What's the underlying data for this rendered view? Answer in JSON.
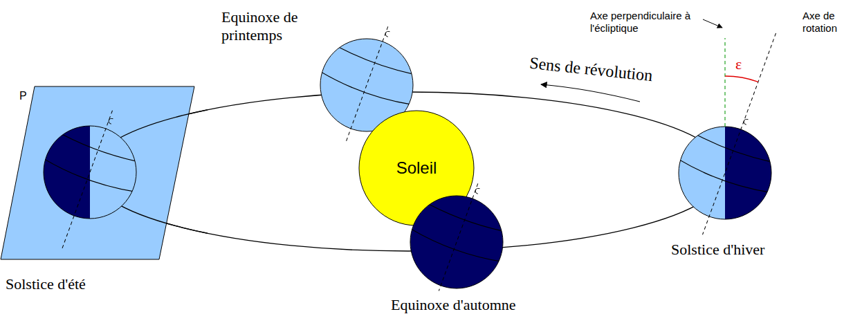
{
  "diagram": {
    "nodes": [
      {
        "text": [
          "P"
        ]
      },
      {
        "text": [
          "Soleil"
        ]
      }
    ],
    "labels": [
      "Equinoxe de printemps",
      "Axe perpendiculaire à l'écliptique",
      "Axe de rotation",
      "Sens de révolution",
      "ε",
      "Solstice d'hiver",
      "Solstice d'été",
      "Equinoxe d'automne"
    ]
  }
}
